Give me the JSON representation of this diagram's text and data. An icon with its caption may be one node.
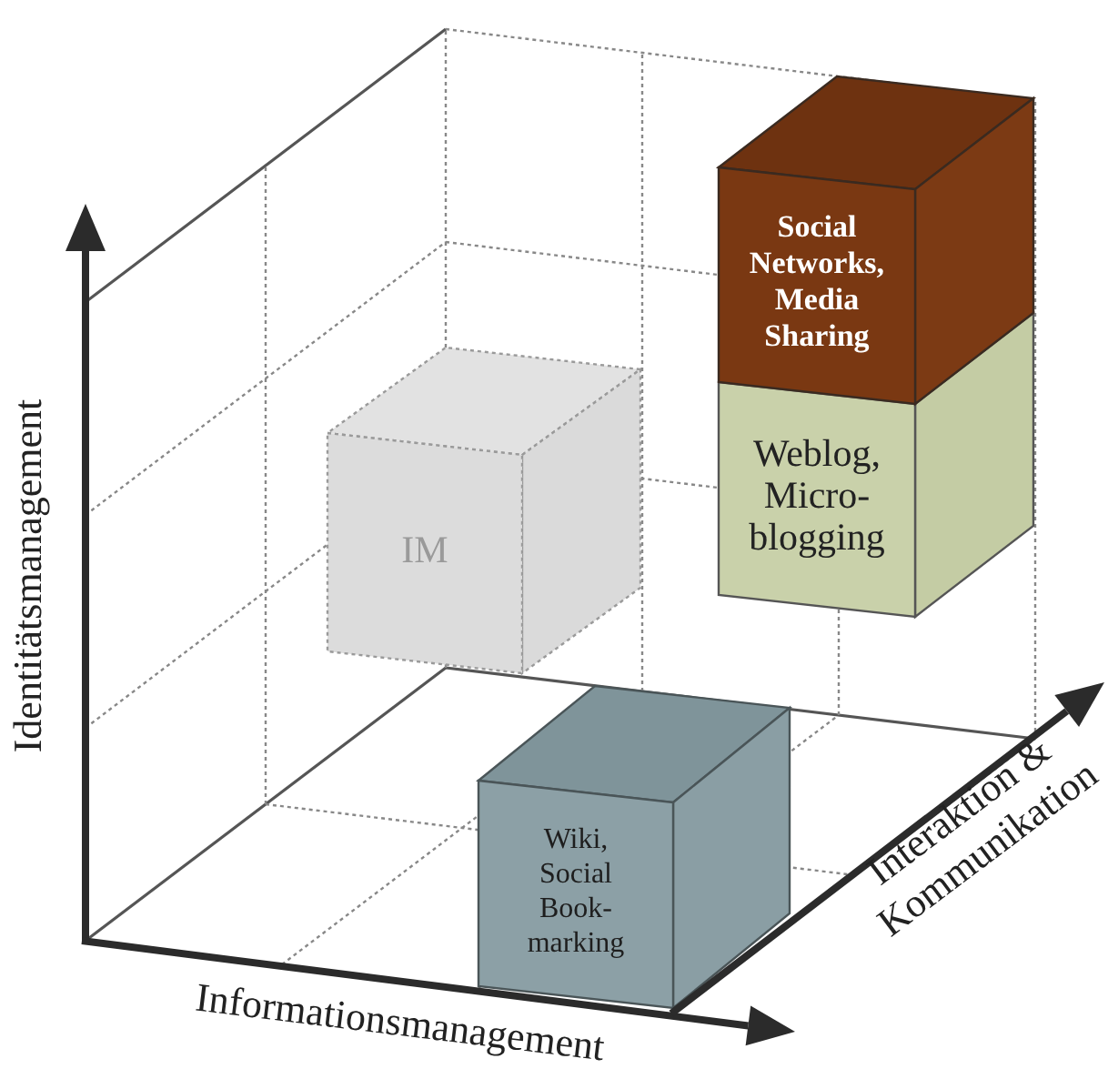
{
  "diagram": {
    "nodes": [
      {
        "text": [
          "Social Networks, Media Sharing"
        ]
      },
      {
        "text": [
          "Weblog, Micro-blogging"
        ]
      },
      {
        "text": [
          "IM"
        ]
      },
      {
        "text": [
          "Wiki, Social Book-marking"
        ]
      }
    ],
    "labels": [
      "Identitätsmanagement",
      "Informationsmanagement",
      "Interaktion & Kommunikation"
    ]
  }
}
